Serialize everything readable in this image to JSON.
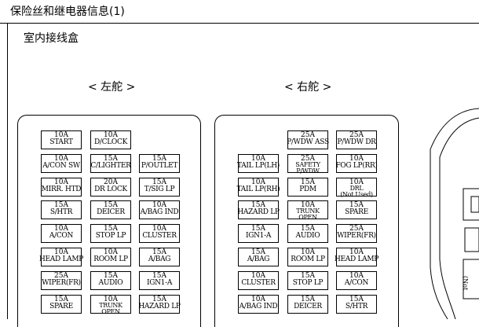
{
  "title": "保险丝和继电器信息(1)",
  "subtitle": "室内接线盒",
  "left_label": "< 左舵 >",
  "right_label": "< 右舵 >",
  "left_fuses": [
    {
      "amp": "10A",
      "name": "START"
    },
    {
      "amp": "10A",
      "name": "D/CLOCK"
    },
    {
      "amp": "10A",
      "name": "A/CON SW"
    },
    {
      "amp": "15A",
      "name": "C/LIGHTER"
    },
    {
      "amp": "15A",
      "name": "P/OUTLET"
    },
    {
      "amp": "10A",
      "name": "MIRR. HTD"
    },
    {
      "amp": "20A",
      "name": "DR LOCK"
    },
    {
      "amp": "15A",
      "name": "T/SIG LP"
    },
    {
      "amp": "15A",
      "name": "S/HTR"
    },
    {
      "amp": "15A",
      "name": "DEICER"
    },
    {
      "amp": "10A",
      "name": "A/BAG IND"
    },
    {
      "amp": "10A",
      "name": "A/CON"
    },
    {
      "amp": "15A",
      "name": "STOP LP"
    },
    {
      "amp": "10A",
      "name": "CLUSTER"
    },
    {
      "amp": "10A",
      "name": "HEAD LAMP"
    },
    {
      "amp": "10A",
      "name": "ROOM LP"
    },
    {
      "amp": "15A",
      "name": "A/BAG"
    },
    {
      "amp": "25A",
      "name": "WIPER(FR)"
    },
    {
      "amp": "15A",
      "name": "AUDIO"
    },
    {
      "amp": "15A",
      "name": "IGN1-A"
    },
    {
      "amp": "15A",
      "name": "SPARE"
    },
    {
      "amp": "10A",
      "name": "TRUNK OPEN"
    },
    {
      "amp": "15A",
      "name": "HAZARD LP"
    }
  ],
  "right_fuses": [
    {
      "amp": "25A",
      "name": "P/WDW ASS"
    },
    {
      "amp": "25A",
      "name": "P/WDW DR"
    },
    {
      "amp": "10A",
      "name": "TAIL LP(LH)"
    },
    {
      "amp": "25A",
      "name": "SAFETY P/WDW"
    },
    {
      "amp": "10A",
      "name": "FOG LP(RR)"
    },
    {
      "amp": "10A",
      "name": "TAIL LP(RH)"
    },
    {
      "amp": "15A",
      "name": "PDM"
    },
    {
      "amp": "10A",
      "name": "DRL (Not Used)"
    },
    {
      "amp": "15A",
      "name": "HAZARD LP"
    },
    {
      "amp": "10A",
      "name": "TRUNK OPEN"
    },
    {
      "amp": "15A",
      "name": "SPARE"
    },
    {
      "amp": "15A",
      "name": "IGN1-A"
    },
    {
      "amp": "15A",
      "name": "AUDIO"
    },
    {
      "amp": "25A",
      "name": "WIPER(FR)"
    },
    {
      "amp": "15A",
      "name": "A/BAG"
    },
    {
      "amp": "10A",
      "name": "ROOM LP"
    },
    {
      "amp": "10A",
      "name": "HEAD LAMP"
    },
    {
      "amp": "10A",
      "name": "CLUSTER"
    },
    {
      "amp": "15A",
      "name": "STOP LP"
    },
    {
      "amp": "10A",
      "name": "A/CON"
    },
    {
      "amp": "10A",
      "name": "A/BAG IND"
    },
    {
      "amp": "15A",
      "name": "DEICER"
    },
    {
      "amp": "15A",
      "name": "S/HTR"
    }
  ],
  "diagram_label": "(Not"
}
